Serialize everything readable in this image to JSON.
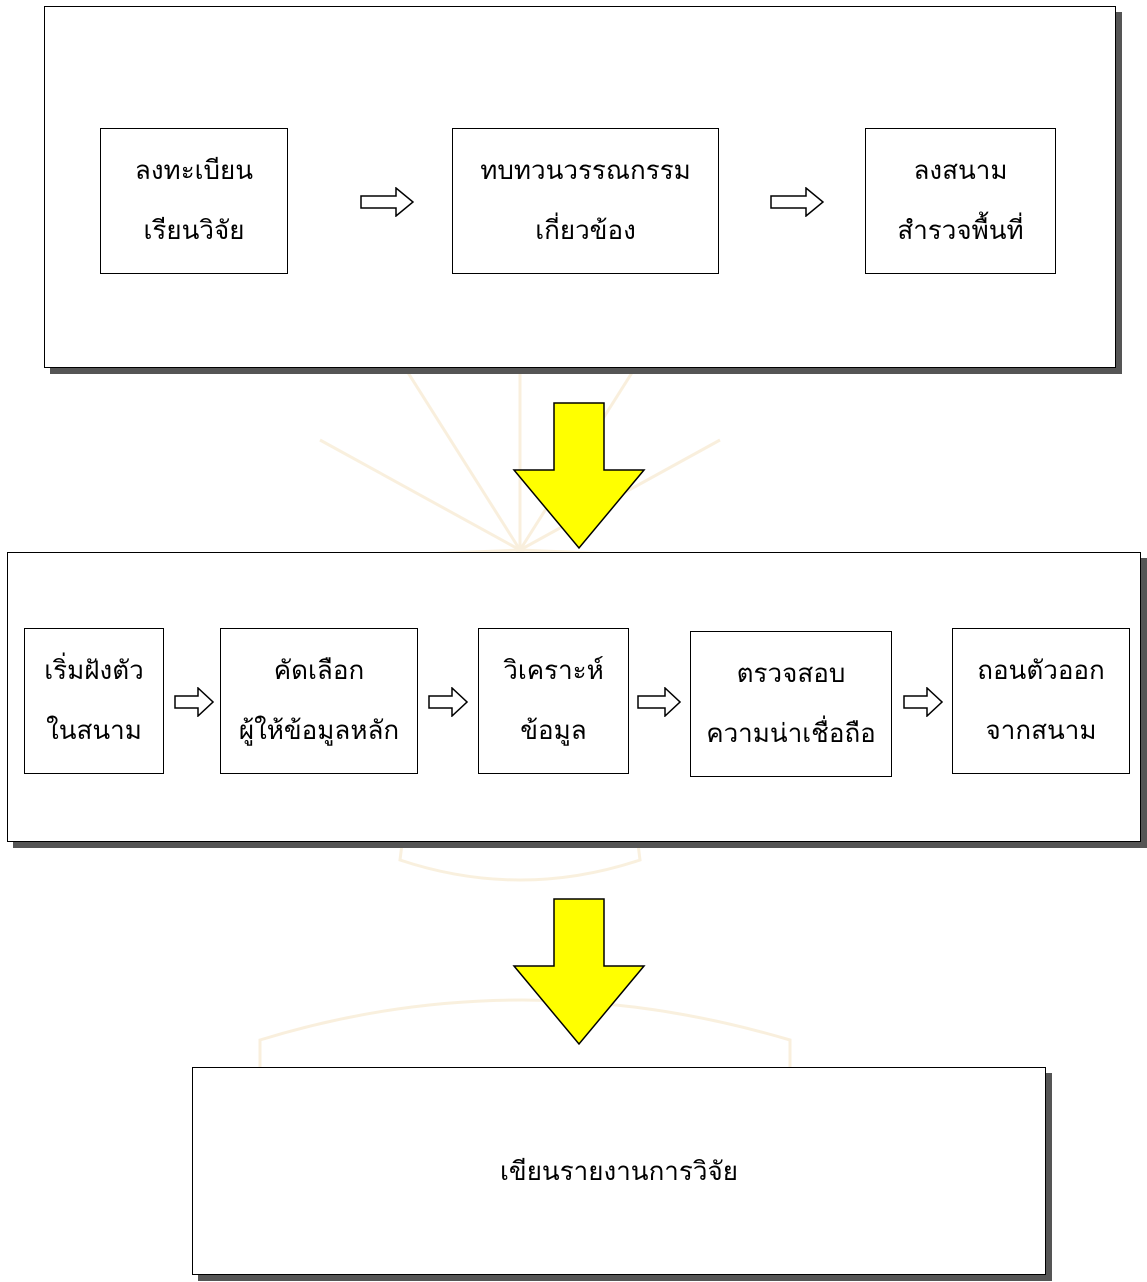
{
  "stage1": {
    "steps": [
      {
        "line1": "ลงทะเบียน",
        "line2": "เรียนวิจัย"
      },
      {
        "line1": "ทบทวนวรรณกรรม",
        "line2": "เกี่ยวข้อง"
      },
      {
        "line1": "ลงสนาม",
        "line2": "สำรวจพื้นที่"
      }
    ]
  },
  "stage2": {
    "steps": [
      {
        "line1": "เริ่มฝังตัว",
        "line2": "ในสนาม"
      },
      {
        "line1": "คัดเลือก",
        "line2": "ผู้ให้ข้อมูลหลัก"
      },
      {
        "line1": "วิเคราะห์",
        "line2": "ข้อมูล"
      },
      {
        "line1": "ตรวจสอบ",
        "line2": "ความน่าเชื่อถือ"
      },
      {
        "line1": "ถอนตัวออก",
        "line2": "จากสนาม"
      }
    ]
  },
  "stage3": {
    "label": "เขียนรายงานการวิจัย"
  },
  "colors": {
    "stage_arrow_fill": "#ffff00",
    "frame_shadow": "#555555",
    "watermark": "#f3d9a8"
  }
}
